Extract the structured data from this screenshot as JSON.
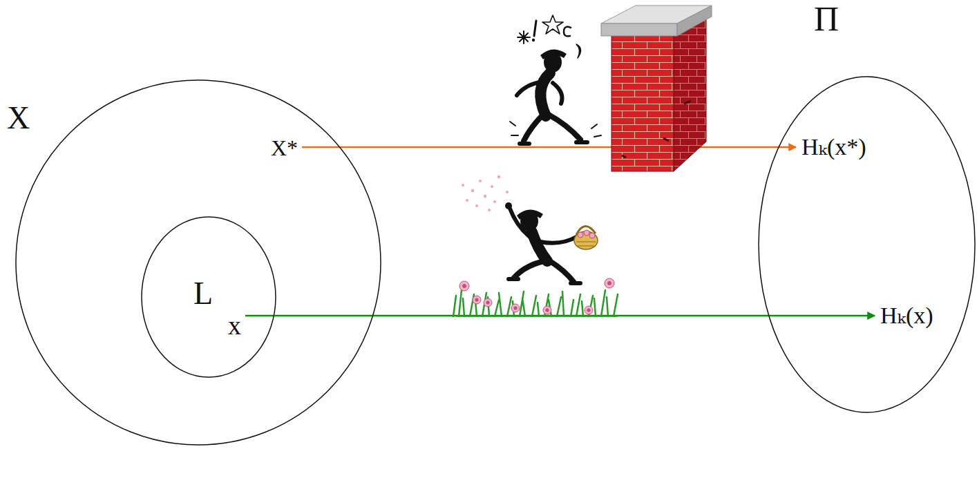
{
  "diagram": {
    "nodes": [
      {
        "text": [
          "X"
        ]
      },
      {
        "text": [
          "X*"
        ],
        "in": 0
      },
      {
        "text": [
          "L"
        ],
        "in": 0
      },
      {
        "text": [
          "x"
        ],
        "in": 2
      },
      {
        "text": [
          "Π"
        ]
      },
      {
        "text": [
          "Hₖ(x*)"
        ],
        "in": 4
      },
      {
        "text": [
          "Hₖ(x)"
        ],
        "in": 4
      }
    ],
    "edges": [
      {
        "from": 1,
        "to": 5,
        "arrow": "to"
      },
      {
        "from": 3,
        "to": 6,
        "arrow": "to"
      }
    ]
  }
}
